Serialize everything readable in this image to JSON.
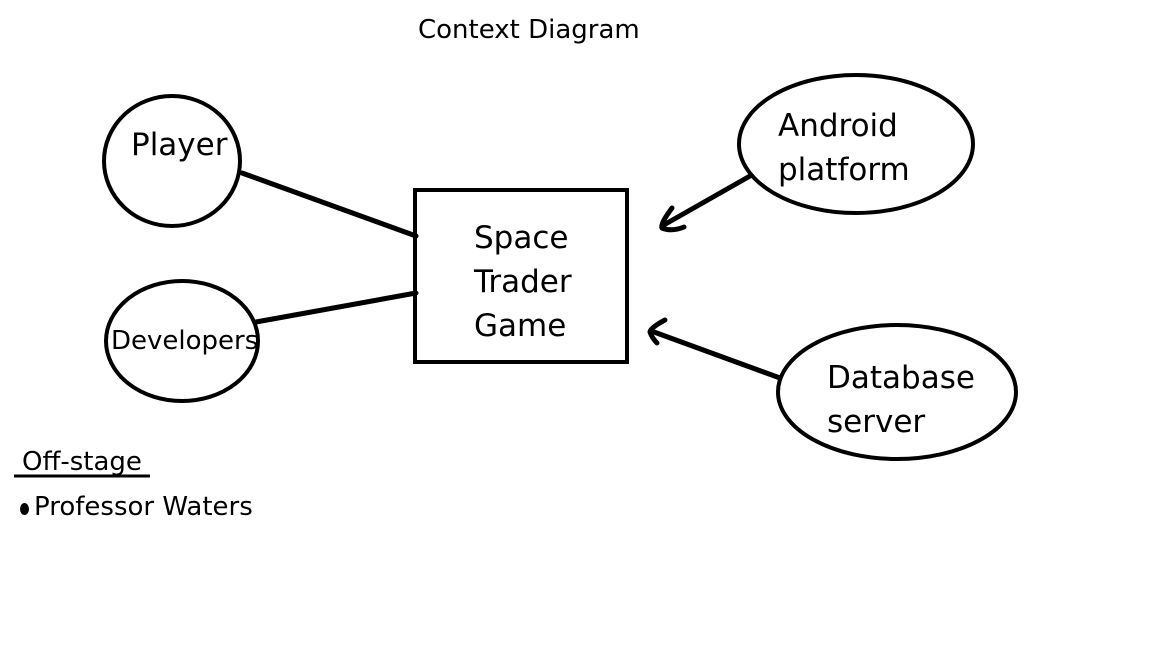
{
  "diagram": {
    "title": "Context Diagram",
    "center_process": {
      "line1": "Space",
      "line2": "Trader",
      "line3": "Game"
    },
    "external_entities": {
      "player": "Player",
      "developers": "Developers",
      "android": {
        "line1": "Android",
        "line2": "platform"
      },
      "database": {
        "line1": "Database",
        "line2": "server"
      }
    },
    "offstage": {
      "heading": "Off-stage",
      "items": [
        "Professor Waters"
      ]
    },
    "connections": [
      {
        "from": "Player",
        "to": "Space Trader Game",
        "arrow": false
      },
      {
        "from": "Developers",
        "to": "Space Trader Game",
        "arrow": false
      },
      {
        "from": "Android platform",
        "to": "Space Trader Game",
        "arrow": true
      },
      {
        "from": "Database server",
        "to": "Space Trader Game",
        "arrow": true
      }
    ],
    "colors": {
      "stroke": "#000000",
      "background": "#ffffff"
    }
  }
}
